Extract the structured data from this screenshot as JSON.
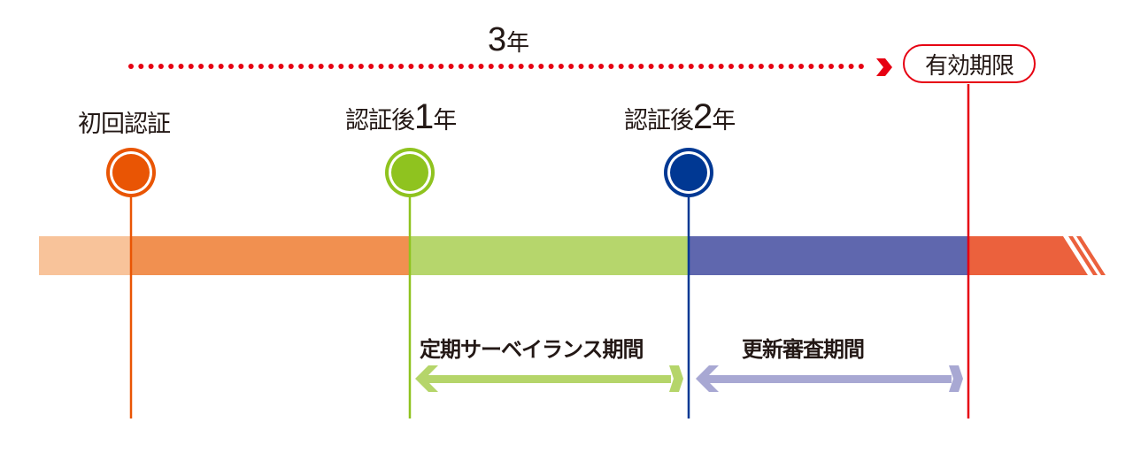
{
  "duration": {
    "number": "3",
    "unit": "年"
  },
  "expiry_label": "有効期限",
  "milestones": [
    {
      "label": "初回認証",
      "number": "",
      "unit": "",
      "color": "#e95504",
      "ring": "#e95504"
    },
    {
      "label": "認証後",
      "number": "1",
      "unit": "年",
      "color": "#8fc31f",
      "ring": "#8fc31f"
    },
    {
      "label": "認証後",
      "number": "2",
      "unit": "年",
      "color": "#003893",
      "ring": "#003893"
    }
  ],
  "periods": [
    {
      "label": "定期サーベイランス期間",
      "color": "#b5d56a"
    },
    {
      "label": "更新審査期間",
      "color": "#a8a8d3"
    }
  ],
  "colors": {
    "bar_pre": "#f8c39a",
    "bar_year1": "#f19050",
    "bar_year2": "#b6d66c",
    "bar_year3": "#5f67ae",
    "bar_after": "#eb613d",
    "expiry": "#e60012",
    "dots": "#e60012"
  }
}
